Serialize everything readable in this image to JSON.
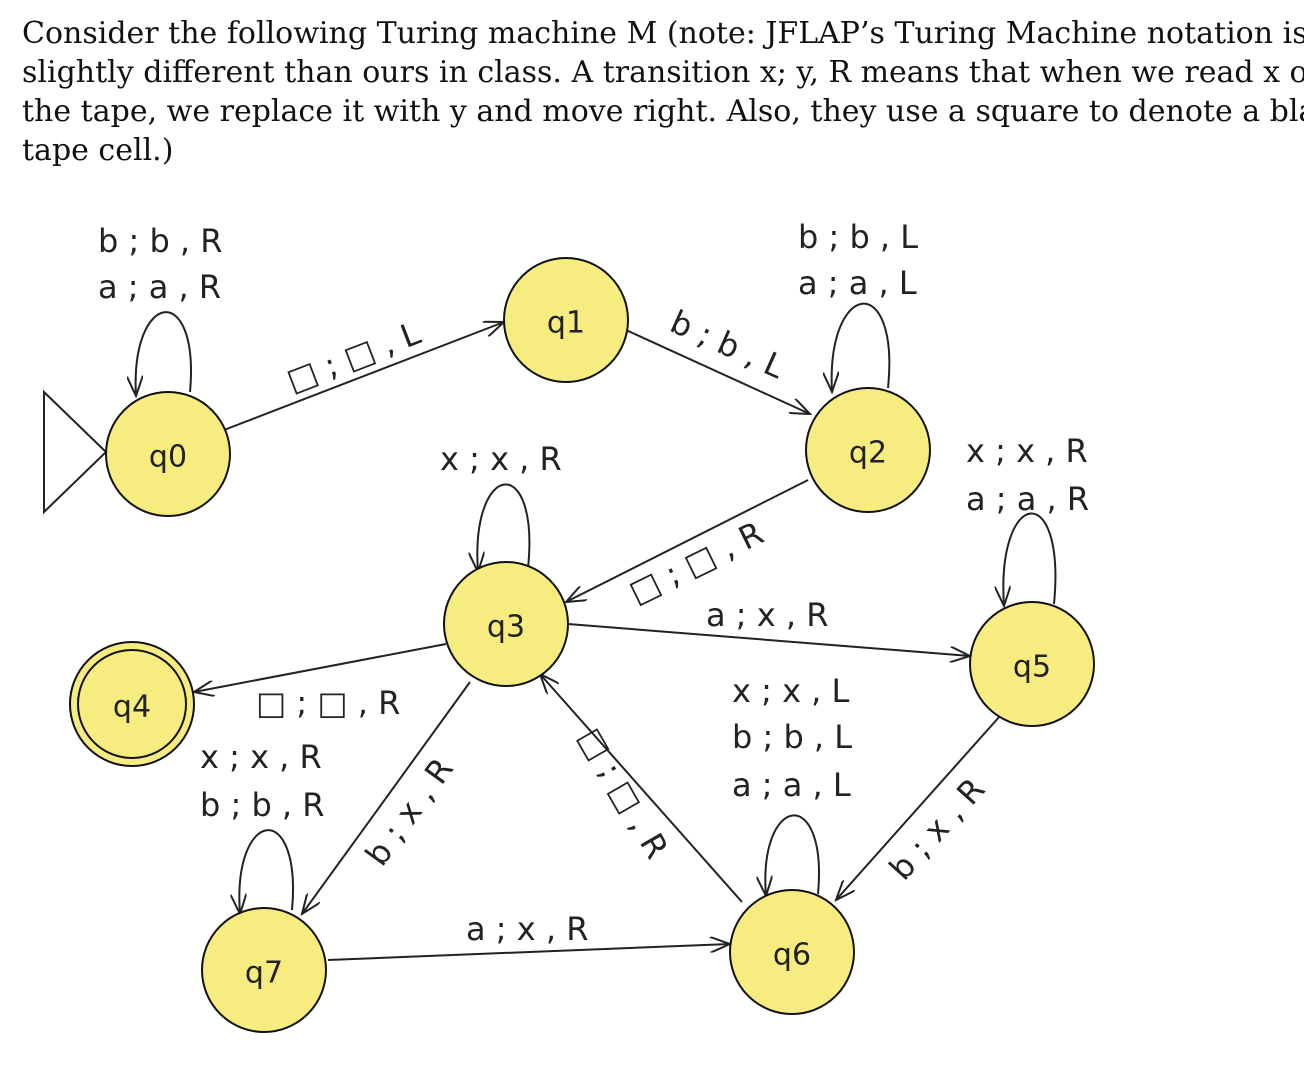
{
  "intro": {
    "lines": [
      "Consider the following Turing machine M (note: JFLAP’s Turing Machine notation is",
      "slightly different than ours in class. A transition x; y, R means that when we read x on",
      "the tape, we replace it with y and move right. Also, they use a square to denote a blank",
      "tape cell.)"
    ]
  },
  "states": {
    "q0": "q0",
    "q1": "q1",
    "q2": "q2",
    "q3": "q3",
    "q4": "q4",
    "q5": "q5",
    "q6": "q6",
    "q7": "q7"
  },
  "start_state": "q0",
  "accept_states": [
    "q4"
  ],
  "transitions": {
    "q0_loop_1": "b ; b , R",
    "q0_loop_2": "a ; a , R",
    "q0_q1": "□ ; □ , L",
    "q1_q2": "b ; b , L",
    "q2_loop_1": "b ; b , L",
    "q2_loop_2": "a ; a , L",
    "q2_q3": "□ ; □ , R",
    "q3_loop": "x ; x , R",
    "q3_q4": "□ ; □ , R",
    "q3_q5": "a ; x , R",
    "q3_q7": "b ; x , R",
    "q5_loop_1": "x ; x , R",
    "q5_loop_2": "a ; a , R",
    "q5_q6": "b ; x , R",
    "q6_loop_1": "x ; x , L",
    "q6_loop_2": "b ; b , L",
    "q6_loop_3": "a ; a , L",
    "q6_q3": "□ ; □ , R",
    "q7_loop_1": "x ; x , R",
    "q7_loop_2": "b ; b , R",
    "q7_q6": "a ; x , R"
  }
}
